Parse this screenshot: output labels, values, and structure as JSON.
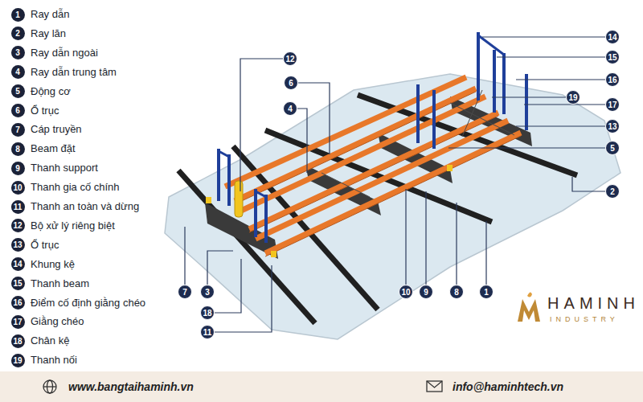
{
  "diagram": {
    "labels": [
      "1",
      "Ray dẫn",
      "2",
      "Ray lăn",
      "3",
      "Ray dẫn ngoài",
      "4",
      "Ray dẫn trung tâm",
      "5",
      "Động cơ",
      "6",
      "Ổ trục",
      "7",
      "Cáp truyền",
      "8",
      "Beam đặt",
      "9",
      "Thanh support",
      "10",
      "Thanh gia cố chính",
      "11",
      "Thanh an toàn và dừng",
      "12",
      "Bộ xử lý riêng biệt",
      "13",
      "Ổ trục",
      "14",
      "Khung kệ",
      "15",
      "Thanh beam",
      "16",
      "Điểm cố định giằng chéo",
      "17",
      "Giằng chéo",
      "18",
      "Chân kệ",
      "19",
      "Thanh nối",
      "12",
      "6",
      "4",
      "14",
      "15",
      "16",
      "19",
      "17",
      "13",
      "5",
      "2",
      "7",
      "3",
      "18",
      "11",
      "10",
      "9",
      "8",
      "1",
      "HAMINH",
      "INDUSTRY",
      "www.bangtaihaminh.vn",
      "info@haminhtech.vn"
    ]
  }
}
